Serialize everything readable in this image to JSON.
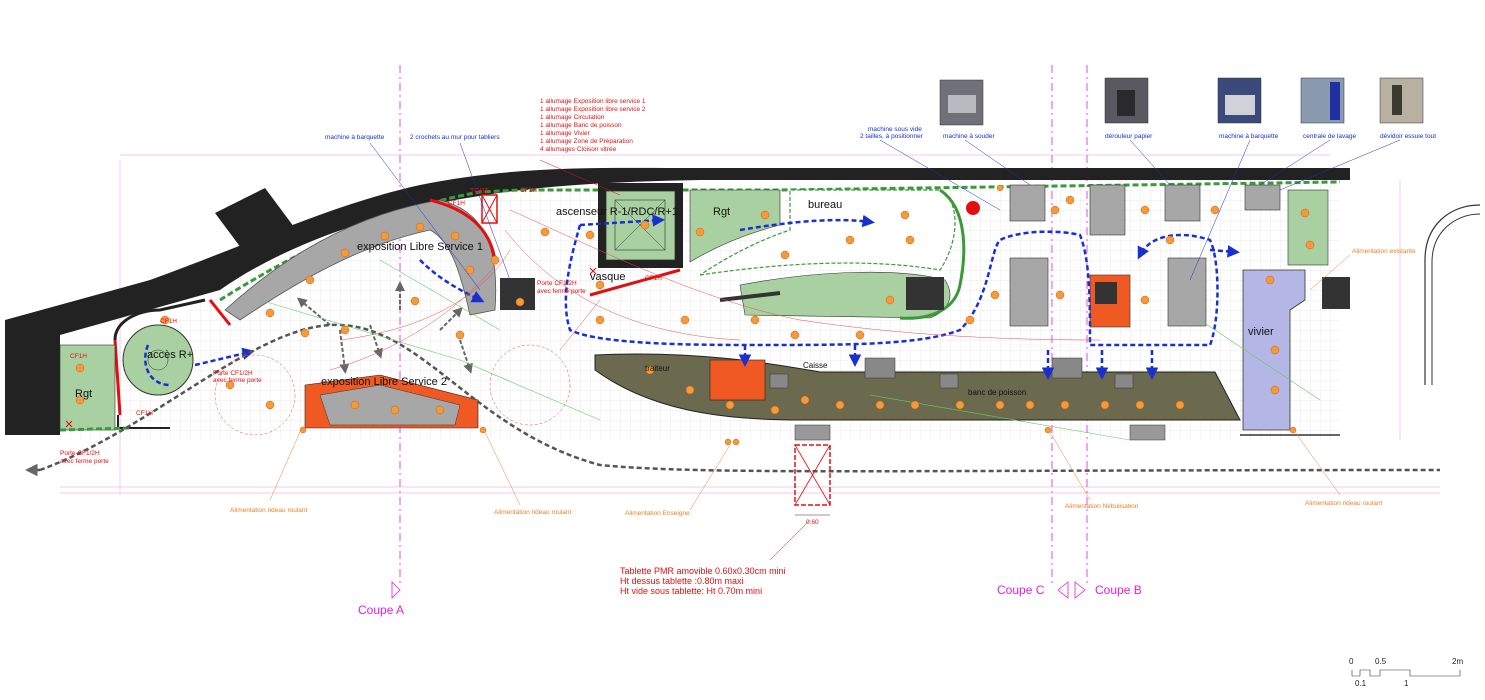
{
  "rooms": {
    "expo1": "exposition Libre Service 1",
    "expo2": "exposition Libre Service 2",
    "ascenseur": "ascenseur R-1/RDC/R+1",
    "rgt_top": "Rgt",
    "rgt_left": "Rgt",
    "bureau": "bureau",
    "vasque": "vasque",
    "acces": "accès R+",
    "traiteur": "traiteur",
    "caisse": "Caisse",
    "banc": "banc de poisson",
    "vivier": "vivier",
    "tgbt": "TGBT"
  },
  "lighting_notes": [
    "1 allumage Exposition libre service 1",
    "1 allumage Exposition libre service 2",
    "1 allumage Circulation",
    "1 allumage Banc de poisson",
    "1 allumage Vivier",
    "1 allumage Zone de Préparation",
    "4 allumages Cloison vitrée"
  ],
  "blue_labels": {
    "machine_barquette_left": "machine à barquette",
    "crochets": "2 crochets au mur pour tabliers",
    "sous_vide_1": "machine sous vide",
    "sous_vide_2": "2 tailles, à positionner",
    "souder": "machine à souder",
    "derouleur": "dérouleur papier",
    "machine_barquette_right": "machine à barquette",
    "centrale": "centrale de lavage",
    "devidoir": "dévidoir essuie tout"
  },
  "red_labels": {
    "porte_left_1": "Porte CF1/2H",
    "porte_left_2": "avec ferme porte",
    "porte_mid_1": "Porte CF1/2H",
    "porte_mid_2": "avec ferme porte",
    "porte_vasque_1": "Porte CF1/2H",
    "porte_vasque_2": "avec ferme porte",
    "tablette_1": "Tablette PMR amovible 0.60x0.30cm mini",
    "tablette_2": "Ht dessus tablette :0.80m maxi",
    "tablette_3": "Ht vide sous tablette: Ht 0.70m mini",
    "dim_060": "0.60",
    "cf1h_a": "CF1H",
    "cf1h_b": "CF1H",
    "cf1h_c": "CF1H",
    "cf1h_d": "CF1H",
    "cf1h_e": "CF1H",
    "cf1h_f": "CF1H"
  },
  "orange_labels": {
    "rideau_1": "Alimentation rideau roulant",
    "rideau_2": "Alimentation rideau roulant",
    "enseigne": "Alimentation Enseigne",
    "nebulisation": "Alimentation Nébulisation",
    "rideau_3": "Alimentation rideau roulant",
    "existante": "Alimentation existante"
  },
  "sections": {
    "coupe_a": "Coupe A",
    "coupe_c": "Coupe C",
    "coupe_b": "Coupe B"
  },
  "scale": {
    "zero": "0",
    "half": "0.5",
    "two": "2m",
    "tenth": "0.1",
    "one": "1"
  },
  "colors": {
    "wall": "#222222",
    "glass_partition": "#3a9a3a",
    "zone_green": "#a9d0a0",
    "zone_grey": "#a7a7a7",
    "counter": "#6b6a4f",
    "accent_orange": "#f05a22",
    "vivier": "#b4b6e6",
    "circulation": "#1a2fd0",
    "fire_door": "#e01010",
    "section_line": "#e020e0"
  }
}
